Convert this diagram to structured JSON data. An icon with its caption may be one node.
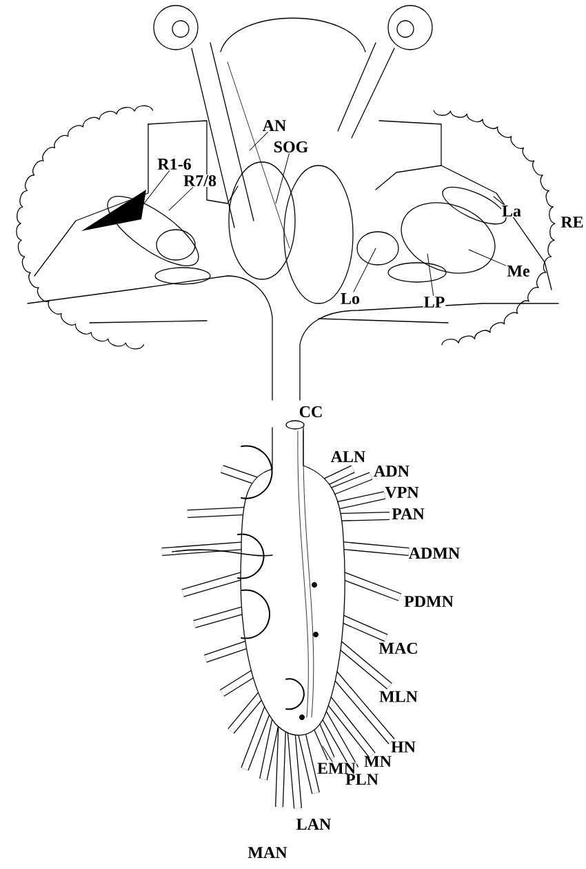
{
  "diagram": {
    "nodes": [
      {
        "text": [
          "AN"
        ]
      },
      {
        "text": [
          "R1-6"
        ]
      },
      {
        "text": [
          "R7/8"
        ]
      },
      {
        "text": [
          "SOG"
        ]
      },
      {
        "text": [
          "La"
        ]
      },
      {
        "text": [
          "Me"
        ]
      },
      {
        "text": [
          "Lo"
        ]
      },
      {
        "text": [
          "LP"
        ]
      },
      {
        "text": [
          "EMN"
        ]
      }
    ],
    "edges": [
      {
        "from": 0,
        "to": null,
        "arrow": "none"
      },
      {
        "from": 1,
        "to": null,
        "arrow": "none"
      },
      {
        "from": 2,
        "to": null,
        "arrow": "none"
      },
      {
        "from": 3,
        "to": null,
        "arrow": "none"
      },
      {
        "from": 4,
        "to": null,
        "arrow": "none"
      },
      {
        "from": 5,
        "to": null,
        "arrow": "none"
      },
      {
        "from": 6,
        "to": null,
        "arrow": "none"
      },
      {
        "from": 7,
        "to": null,
        "arrow": "none"
      },
      {
        "from": 8,
        "to": null,
        "arrow": "none"
      }
    ],
    "labels": [
      "RE",
      "CC",
      "ALN",
      "ADN",
      "VPN",
      "PAN",
      "ADMN",
      "PDMN",
      "MAC",
      "MLN",
      "HN",
      "MN",
      "PLN",
      "LAN",
      "MAN"
    ]
  }
}
